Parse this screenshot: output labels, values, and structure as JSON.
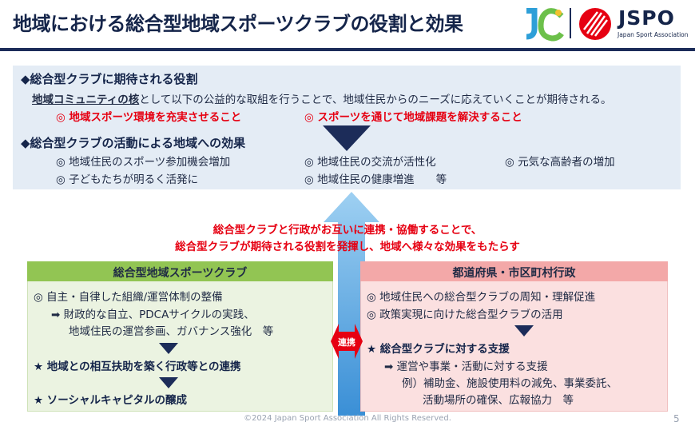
{
  "header": {
    "title": "地域における総合型地域スポーツクラブの役割と効果",
    "logo_jspo_text": "JSPO",
    "logo_jspo_sub": "Japan Sport Association"
  },
  "top_panel": {
    "role_heading": "◆総合型クラブに期待される役割",
    "role_intro_underlined": "地域コミュニティの核",
    "role_intro_rest": "として以下の公益的な取組を行うことで、地域住民からのニーズに応えていくことが期待される。",
    "role_item_1": "◎ 地域スポーツ環境を充実させること",
    "role_item_2": "◎ スポーツを通じて地域課題を解決すること",
    "effect_heading": "◆総合型クラブの活動による地域への効果",
    "effect_items": [
      "◎ 地域住民のスポーツ参加機会増加",
      "◎ 地域住民の交流が活性化",
      "◎ 元気な高齢者の増加",
      "◎ 子どもたちが明るく活発に",
      "◎ 地域住民の健康増進　　等"
    ]
  },
  "banner": {
    "line_1": "総合型クラブと行政がお互いに連携・協働することで、",
    "line_2": "総合型クラブが期待される役割を発揮し、地域へ様々な効果をもたらす"
  },
  "left_box": {
    "header": "総合型地域スポーツクラブ",
    "item_1": "◎ 自主・自律した組織/運営体制の整備",
    "sub_1": "➡ 財政的な自立、PDCAサイクルの実践、",
    "sub_2": "地域住民の運営参画、ガバナンス強化　等",
    "item_2": "★ 地域との相互扶助を築く行政等との連携",
    "item_3": "★ ソーシャルキャピタルの醸成"
  },
  "right_box": {
    "header": "都道府県・市区町村行政",
    "item_1": "◎ 地域住民への総合型クラブの周知・理解促進",
    "item_2": "◎ 政策実現に向けた総合型クラブの活用",
    "item_3": "★ 総合型クラブに対する支援",
    "sub_1": "➡ 運営や事業・活動に対する支援",
    "sub_2": "例）補助金、施設使用料の減免、事業委託、",
    "sub_3": "活動場所の確保、広報協力　等"
  },
  "bridge": {
    "label": "連携"
  },
  "footer": {
    "copyright": "©2024 Japan Sport Association All Rights Reserved.",
    "page_number": "5"
  },
  "colors": {
    "navy": "#15254a",
    "red": "#e60012",
    "panel_blue": "#e4ecf5",
    "green_header": "#92c553",
    "pink_header": "#f3a8a8"
  }
}
